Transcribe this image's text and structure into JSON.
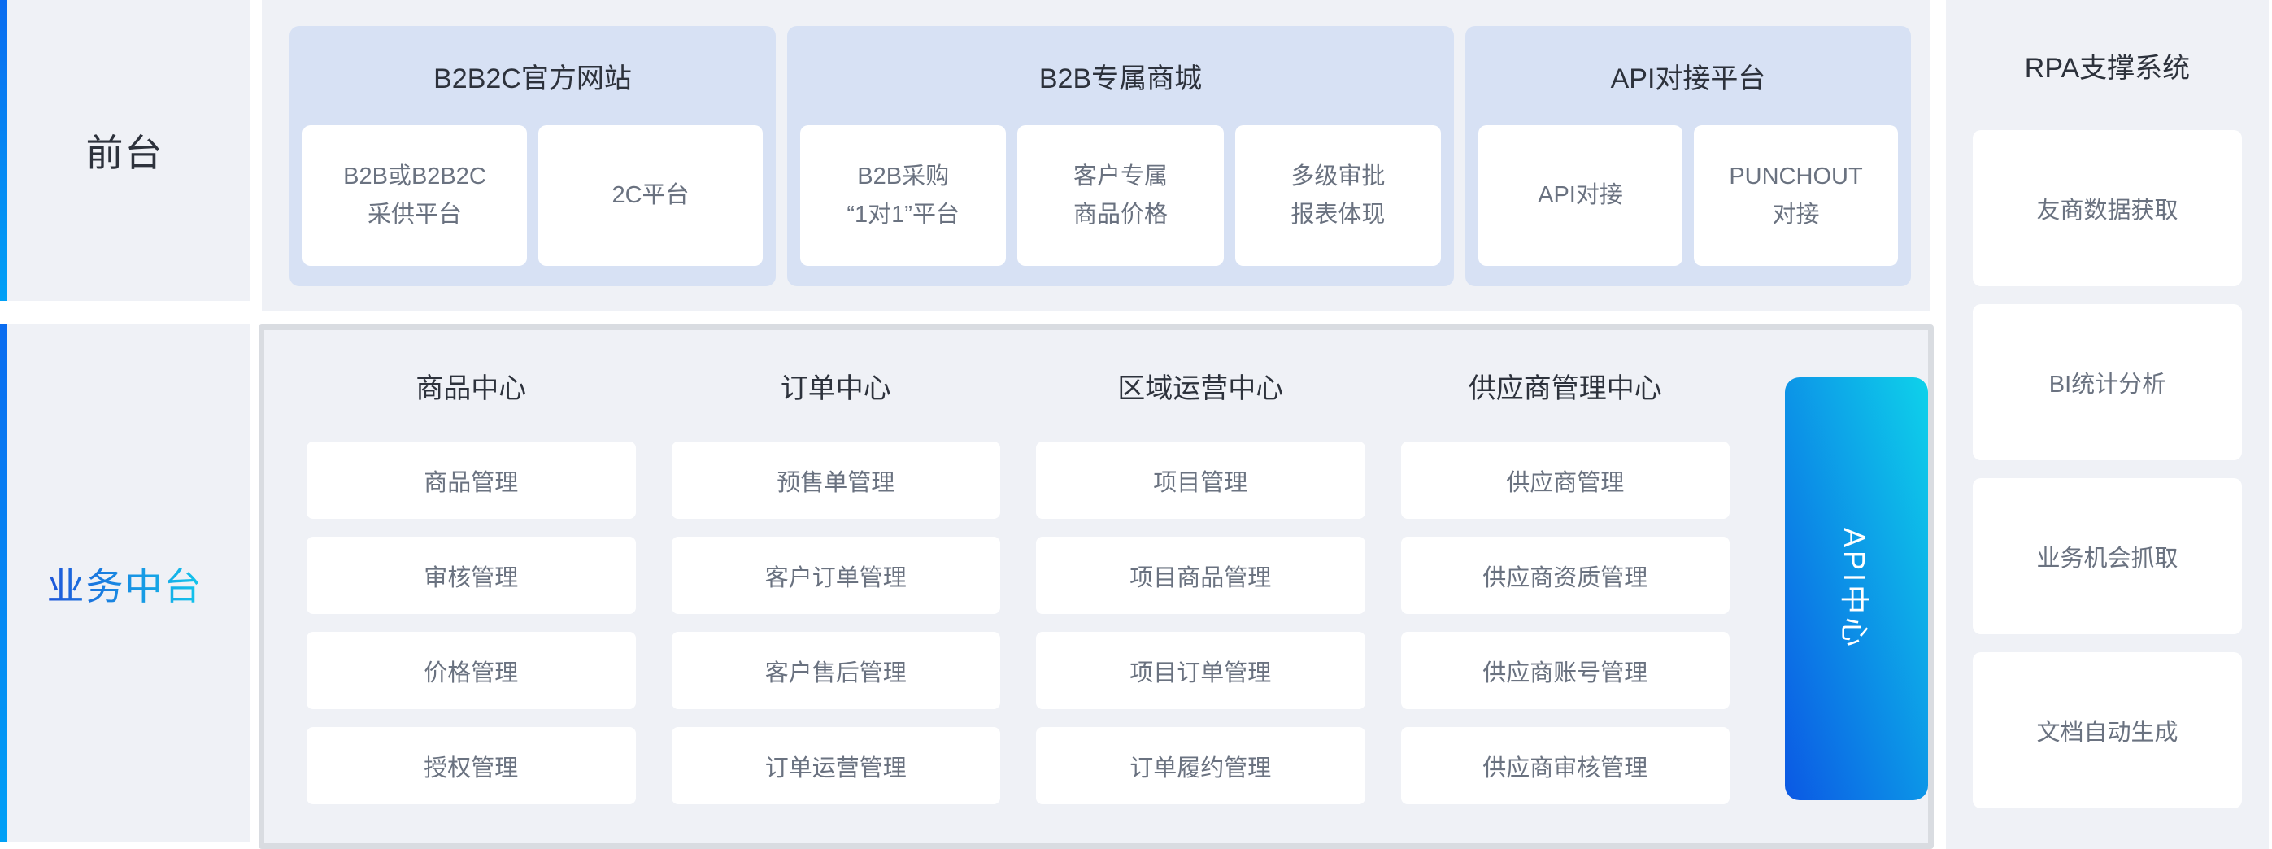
{
  "palette": {
    "panel": "#EFF1F6",
    "group": "#D7E1F4",
    "heading": "#2D323C",
    "cardtext": "#6A7280",
    "boxborder": "#D9DCE1",
    "accent1": "#0A6CF0",
    "accent2": "#00A0F6",
    "grad-blue": "#1E55D9",
    "grad-cyan": "#12C7EC",
    "apigrad1": "#0B58E4",
    "apigrad2": "#0ED2EA"
  },
  "front_row": {
    "label": "前台",
    "groups": [
      {
        "title": "B2B2C官方网站",
        "cards": [
          "B2B或B2B2C\n采供平台",
          "2C平台"
        ]
      },
      {
        "title": "B2B专属商城",
        "cards": [
          "B2B采购\n“1对1”平台",
          "客户专属\n商品价格",
          "多级审批\n报表体现"
        ]
      },
      {
        "title": "API对接平台",
        "cards": [
          "API对接",
          "PUNCHOUT\n对接"
        ]
      }
    ]
  },
  "middle_row": {
    "label": "业务中台",
    "columns": [
      {
        "title": "商品中心",
        "cards": [
          "商品管理",
          "审核管理",
          "价格管理",
          "授权管理"
        ]
      },
      {
        "title": "订单中心",
        "cards": [
          "预售单管理",
          "客户订单管理",
          "客户售后管理",
          "订单运营管理"
        ]
      },
      {
        "title": "区域运营中心",
        "cards": [
          "项目管理",
          "项目商品管理",
          "项目订单管理",
          "订单履约管理"
        ]
      },
      {
        "title": "供应商管理中心",
        "cards": [
          "供应商管理",
          "供应商资质管理",
          "供应商账号管理",
          "供应商审核管理"
        ]
      }
    ],
    "api_bar_label": "API中心"
  },
  "rpa": {
    "title": "RPA支撑系统",
    "cards": [
      "友商数据获取",
      "BI统计分析",
      "业务机会抓取",
      "文档自动生成"
    ]
  }
}
